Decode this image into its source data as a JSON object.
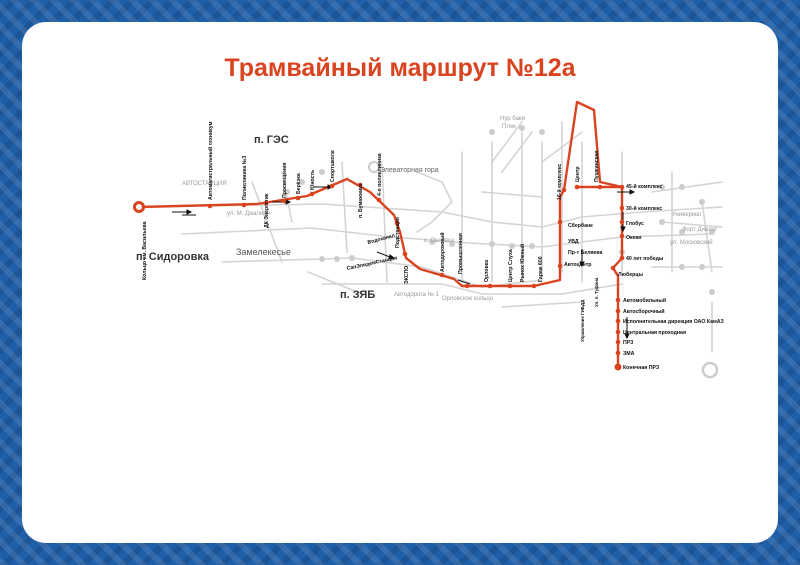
{
  "title": "Трамвайный маршрут №12а",
  "colors": {
    "route": "#d9431f",
    "frame": "#1f5fa8",
    "background_lines": "#d4d4d4"
  },
  "districts": {
    "ges": "п. ГЭС",
    "sidorovka": "п. Сидоровка",
    "zyab": "п. ЗЯБ",
    "zamelekesye": "Замелекесье",
    "elevator_gora": "Элеваторная гора"
  },
  "background_labels": {
    "avtostantsiya": "АВТОСТАНЦИЯ",
    "orlovskoe_koltso": "Орловское кольцо",
    "avtodoroga": "Автодорога № 1",
    "s_orlovka": "с. Орловка",
    "univermag": "Универмаг",
    "fort_dialog": "Форт Диалог",
    "ul_moskovsky": "ул. Московский",
    "ul_dzhalil": "ул. М. Джалиля",
    "nur_baki": "Нур баки",
    "plek": "Плек"
  },
  "stations": {
    "konechnaya_vasilyeva": "Кольцо им. Васильева",
    "avtomagistralny": "Автомагистральный техникум",
    "polyklinika3": "Поликлиника №3",
    "dk_energetik": "ДК Энергетик",
    "prosveshcheniya": "Просвещения",
    "berezka": "Берёзка",
    "yunost": "Юность",
    "sport_shkola": "Спортшкола",
    "nab_chelny": "п. Бумажника",
    "chetvertaya_poliklinika": "4-я поликлиника",
    "podstantsiya": "Подстанция",
    "vodokomat": "Водоканал",
    "saneduard_stantsiya": "СанЭпидемСтанция",
    "ekspo": "ЭКСПО",
    "avtodorozhnaya": "Автодорожный",
    "promyshlennaya": "Промышленная",
    "orlovka": "Орловка",
    "tsentr_sluha": "Центр Слуха",
    "rynok_yuzhny": "Рынок Южный",
    "garazh600": "Гараж 600",
    "avtotsentr": "Автоцентр",
    "kompleks16": "16-й комплекс",
    "tsentr": "Центр",
    "pushkinskaya": "Пушкинская",
    "kompleks45": "45-й комплекс",
    "kompleks30": "30-й комплекс",
    "sberbank": "Сбербанк",
    "uvd": "УВД",
    "pr_belyaeva": "Пр-т Беляева",
    "globus": "Глобус",
    "okean": "Океан",
    "let40_pobedy": "40 лет победы",
    "lyubertsy": "Люберцы",
    "ulitsa_khudaiberdina": "Ул. Х. Туфана",
    "upravlenie_gibdd": "Управление ГИБДД",
    "avtomobilny": "Автомобильный",
    "avtosborochny": "Автосборочный",
    "ispolnitelnaya": "Исполнительная дирекция ОАО КамАЗ",
    "tsentralnaya": "Центральная проходная",
    "prz": "ПРЗ",
    "zma": "ЗМА",
    "konechnaya_prz": "Конечная ПРЗ"
  }
}
